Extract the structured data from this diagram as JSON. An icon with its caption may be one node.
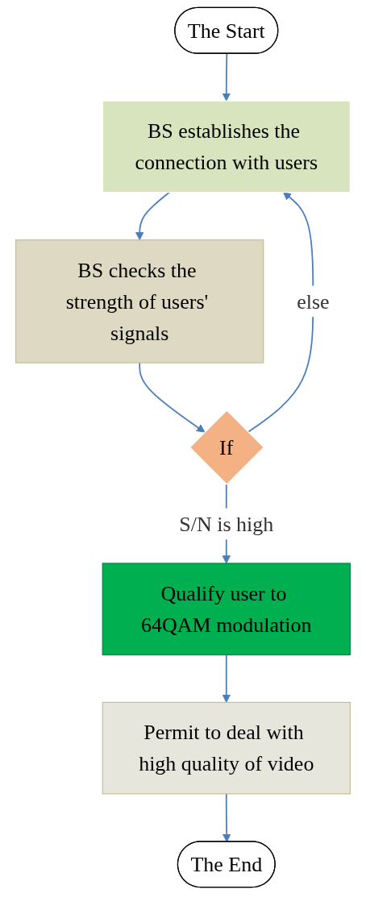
{
  "diagram": {
    "nodes": [
      {
        "text": [
          "The Start"
        ]
      },
      {
        "text": [
          "BS establishes the connection with users"
        ]
      },
      {
        "text": [
          "BS checks the strength of users' signals"
        ]
      },
      {
        "text": [
          "If"
        ]
      },
      {
        "text": [
          "Qualify user to 64QAM modulation"
        ]
      },
      {
        "text": [
          "Permit to deal with high quality of video"
        ]
      },
      {
        "text": [
          "The End"
        ]
      }
    ],
    "edges": [
      {
        "from": 0,
        "to": 1,
        "arrow": "to"
      },
      {
        "from": 1,
        "to": 2,
        "arrow": "to"
      },
      {
        "from": 2,
        "to": 3,
        "arrow": "to"
      },
      {
        "from": 3,
        "to": 4,
        "arrow": "to",
        "label": "S/N is high"
      },
      {
        "from": 3,
        "to": 1,
        "arrow": "to",
        "label": "else"
      },
      {
        "from": 4,
        "to": 5,
        "arrow": "to"
      },
      {
        "from": 5,
        "to": 6,
        "arrow": "to"
      }
    ]
  }
}
